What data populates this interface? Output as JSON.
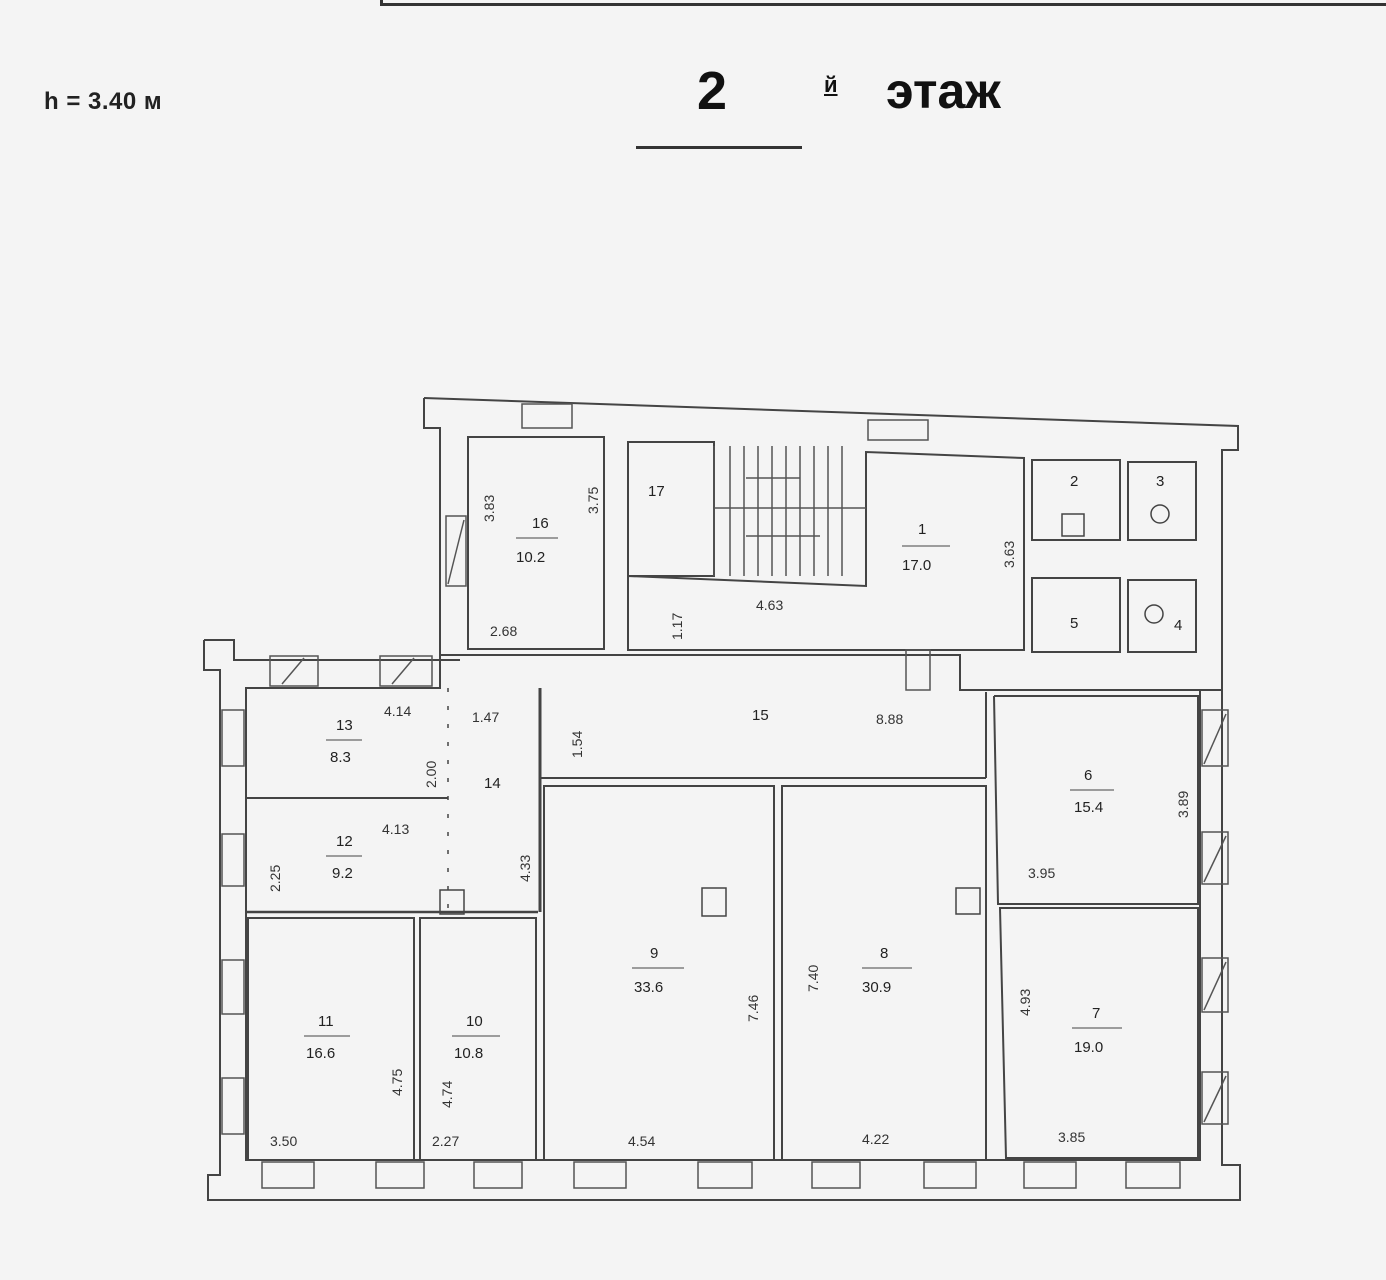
{
  "header": {
    "height_label": "h = 3.40 м",
    "floor_number": "2",
    "floor_suffix": "й",
    "floor_word": "этаж"
  },
  "rooms": [
    {
      "id": "room-1",
      "number": "1",
      "area": "17.0"
    },
    {
      "id": "room-2",
      "number": "2",
      "area": ""
    },
    {
      "id": "room-3",
      "number": "3",
      "area": ""
    },
    {
      "id": "room-4",
      "number": "4",
      "area": ""
    },
    {
      "id": "room-5",
      "number": "5",
      "area": ""
    },
    {
      "id": "room-6",
      "number": "6",
      "area": "15.4"
    },
    {
      "id": "room-7",
      "number": "7",
      "area": "19.0"
    },
    {
      "id": "room-8",
      "number": "8",
      "area": "30.9"
    },
    {
      "id": "room-9",
      "number": "9",
      "area": "33.6"
    },
    {
      "id": "room-10",
      "number": "10",
      "area": "10.8"
    },
    {
      "id": "room-11",
      "number": "11",
      "area": "16.6"
    },
    {
      "id": "room-12",
      "number": "12",
      "area": "9.2"
    },
    {
      "id": "room-13",
      "number": "13",
      "area": "8.3"
    },
    {
      "id": "room-14",
      "number": "14",
      "area": ""
    },
    {
      "id": "room-15",
      "number": "15",
      "area": ""
    },
    {
      "id": "room-16",
      "number": "16",
      "area": "10.2"
    },
    {
      "id": "room-17",
      "number": "17",
      "area": ""
    }
  ],
  "dimensions": [
    "3.83",
    "3.75",
    "2.68",
    "1.17",
    "4.63",
    "3.63",
    "4.14",
    "1.47",
    "1.54",
    "8.88",
    "2.00",
    "4.13",
    "2.25",
    "4.33",
    "3.89",
    "3.95",
    "7.40",
    "7.46",
    "4.93",
    "4.75",
    "4.74",
    "3.50",
    "2.27",
    "4.54",
    "4.22",
    "3.85"
  ]
}
